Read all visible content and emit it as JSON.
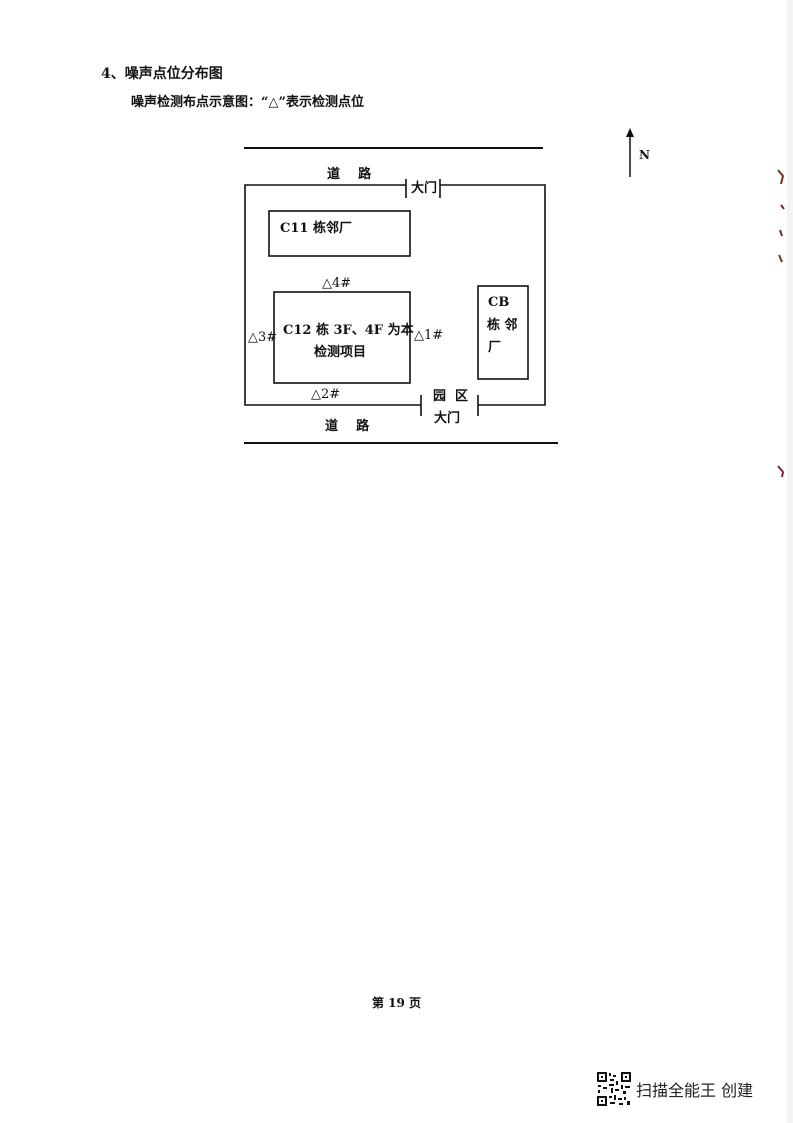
{
  "section": {
    "title": "4、噪声点位分布图"
  },
  "caption": "噪声检测布点示意图：“△”表示检测点位",
  "map": {
    "road_top": "道    路",
    "road_bottom": "道    路",
    "gate_top": "大门",
    "gate_bottom_line1": "园  区",
    "gate_bottom_line2": "大门",
    "building_c11": "C11 栋邻厂",
    "building_c12_line1": "C12 栋 3F、4F 为本",
    "building_c12_line2": "检测项目",
    "building_cb_line1": "CB",
    "building_cb_line2": "栋 邻",
    "building_cb_line3": "厂",
    "point_1": "△1#",
    "point_2": "△2#",
    "point_3": "△3#",
    "point_4": "△4#",
    "north": "N"
  },
  "page_number": "第 19 页",
  "footer": {
    "text": "扫描全能王  创建"
  }
}
